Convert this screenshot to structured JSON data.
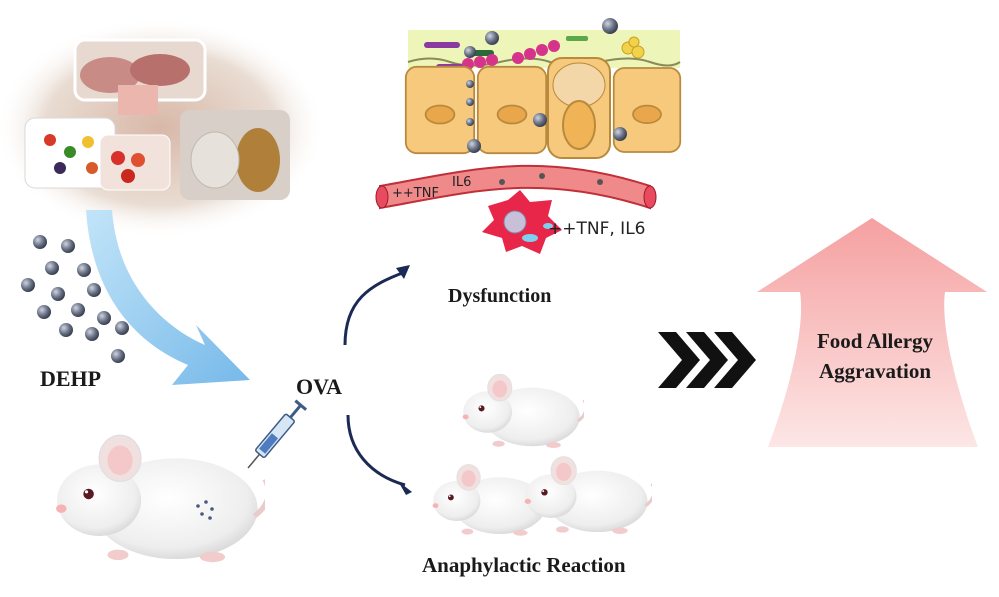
{
  "labels": {
    "dehp": "DEHP",
    "ova": "OVA",
    "dysfunction": "Dysfunction",
    "anaphylactic": "Anaphylactic Reaction",
    "food_allergy_line1": "Food Allergy",
    "food_allergy_line2": "Aggravation"
  },
  "cytokines": {
    "vessel_tnf": "++TNF",
    "vessel_il6": "IL6",
    "macrophage": "++TNF, IL6"
  },
  "icons": {
    "food": "food-containers-icon",
    "mouse": "mouse-icon",
    "syringe": "syringe-icon",
    "chevrons": "triple-chevron-icon",
    "big_arrow": "up-arrow-icon"
  },
  "colors": {
    "arrow_blue": "#8cc8f0",
    "cell_fill": "#f6c97c",
    "vessel_red": "#e84a5f",
    "macrophage": "#e8264a",
    "gradient_top": "#f6a6a6",
    "gradient_bottom": "#fde4e4",
    "dark_arrow": "#1a2a55"
  }
}
